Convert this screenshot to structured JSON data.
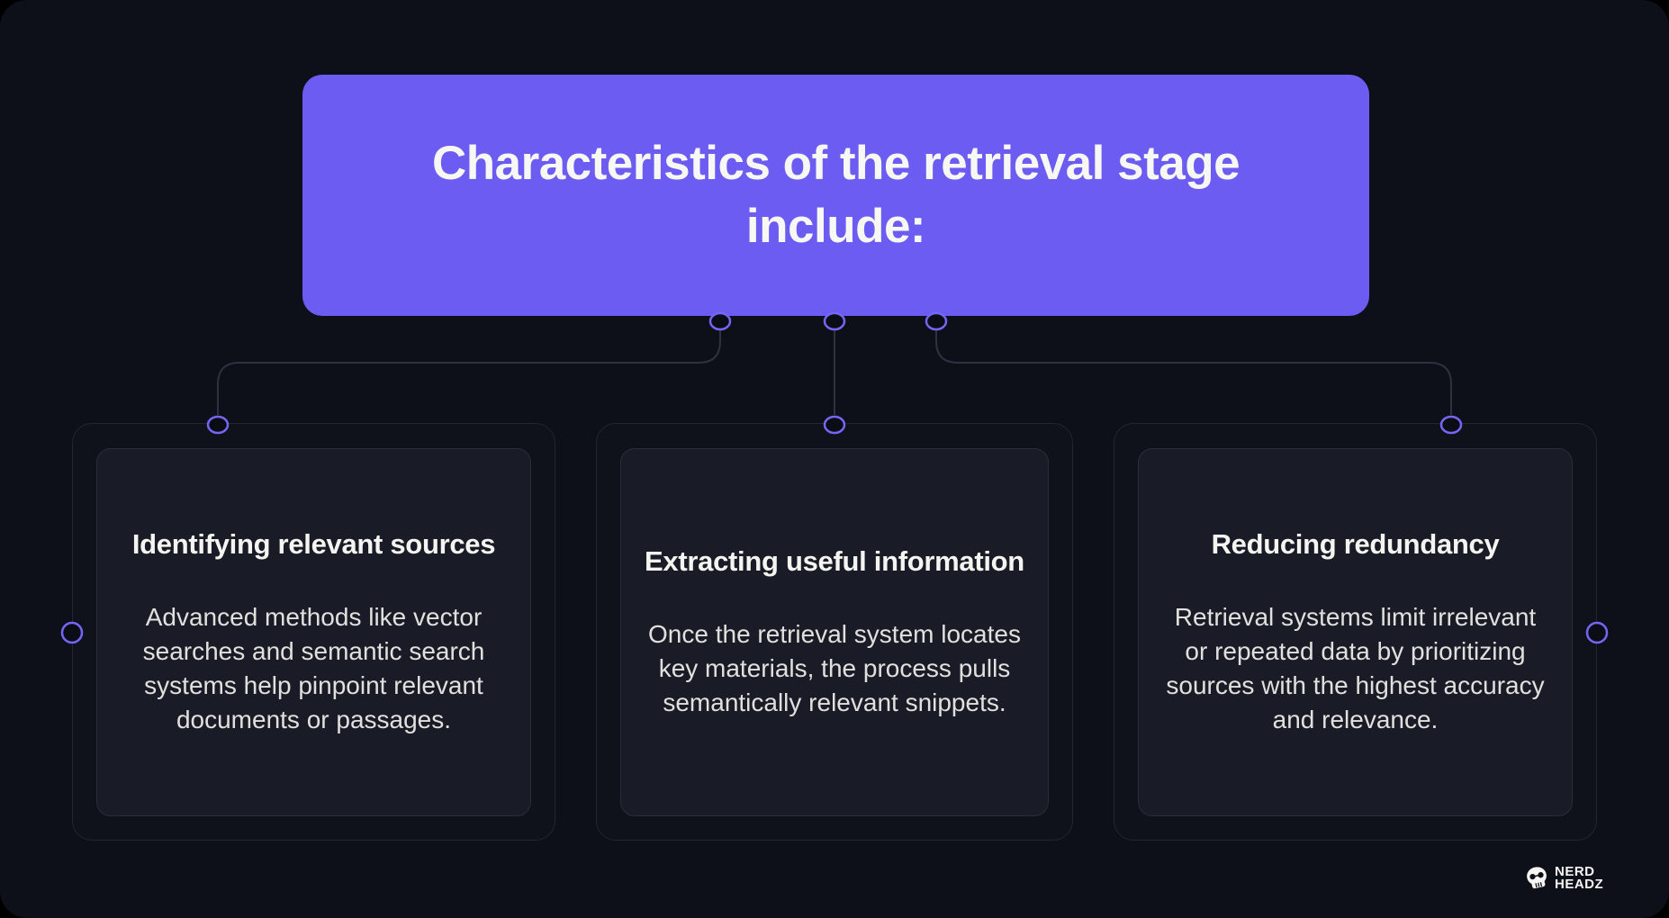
{
  "header": {
    "title_line1": "Characteristics of the retrieval stage",
    "title_line2": "include:"
  },
  "cards": [
    {
      "title": "Identifying relevant sources",
      "body": "Advanced methods like vector searches and semantic search systems help pinpoint relevant documents or passages."
    },
    {
      "title": "Extracting useful information",
      "body": "Once the retrieval system locates key materials, the process pulls semantically relevant snippets."
    },
    {
      "title": "Reducing redundancy",
      "body": "Retrieval systems limit irrelevant or repeated data by prioritizing sources with the highest accuracy and relevance."
    }
  ],
  "logo": {
    "line1": "NERD",
    "line2": "HEADZ",
    "icon": "nerd-skull-icon"
  },
  "colors": {
    "background": "#0d0f19",
    "accent_purple": "#6c5cf2",
    "dot_stroke": "#7567f5",
    "connector_line": "#2e3140",
    "card_inner_bg": "#191c26",
    "card_border": "#2b2e39",
    "text_primary": "#f4f4f0",
    "text_secondary": "#dfe1de"
  }
}
